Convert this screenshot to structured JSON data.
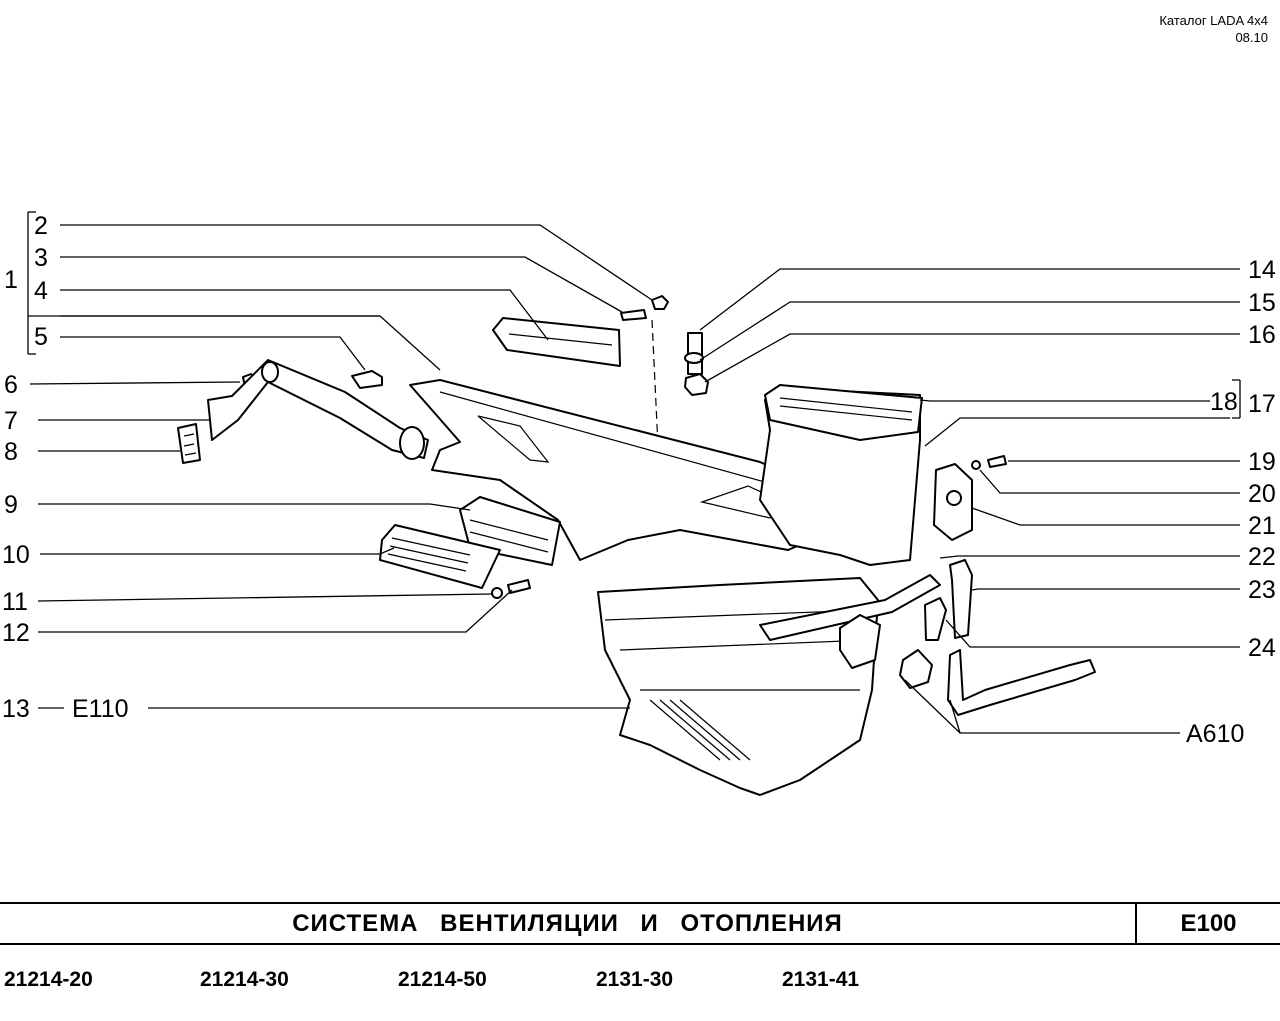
{
  "header": {
    "catalog": "Каталог  LADA  4x4",
    "date": "08.10"
  },
  "footer": {
    "title": "СИСТЕМА ВЕНТИЛЯЦИИ И ОТОПЛЕНИЯ",
    "code": "E100",
    "models": [
      "21214-20",
      "21214-30",
      "21214-50",
      "2131-30",
      "2131-41"
    ]
  },
  "callouts": {
    "n1": "1",
    "n2": "2",
    "n3": "3",
    "n4": "4",
    "n5": "5",
    "n6": "6",
    "n7": "7",
    "n8": "8",
    "n9": "9",
    "n10": "10",
    "n11": "11",
    "n12": "12",
    "n13": "13",
    "e110": "E110",
    "n14": "14",
    "n15": "15",
    "n16": "16",
    "n17": "17",
    "n18": "18",
    "n19": "19",
    "n20": "20",
    "n21": "21",
    "n22": "22",
    "n23": "23",
    "n24": "24",
    "a610": "A610"
  }
}
